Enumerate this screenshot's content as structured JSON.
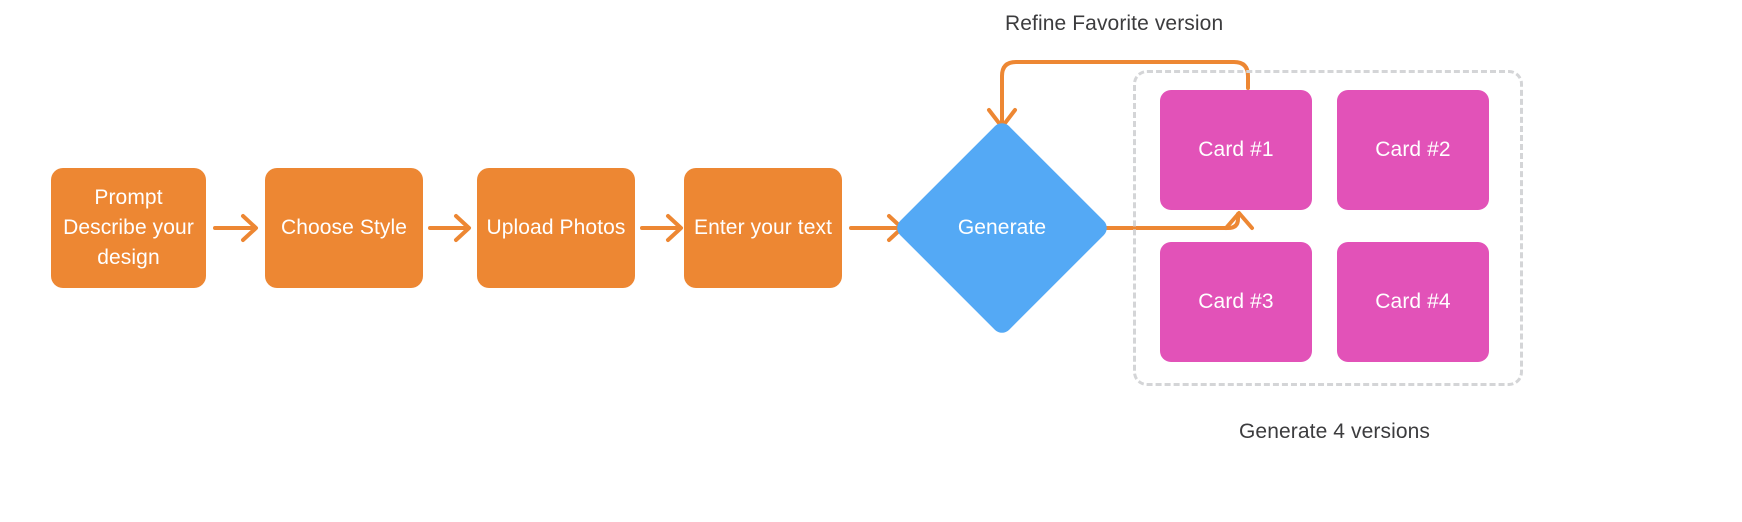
{
  "diagram": {
    "title_caption_top": "Refine Favorite version",
    "title_caption_bottom": "Generate 4 versions",
    "colors": {
      "step_fill": "#ED8733",
      "decision_fill": "#54A9F5",
      "card_fill": "#E252B8",
      "group_border": "#D4D5D7",
      "connector": "#ED8733",
      "caption_text": "#3C3C3E",
      "node_text": "#FFFFFF",
      "background": "#FFFFFF"
    },
    "steps": [
      {
        "id": "prompt",
        "label": "Prompt\nDescribe your\ndesign",
        "line1": "Prompt",
        "line2": "Describe your",
        "line3": "design"
      },
      {
        "id": "choose-style",
        "label": "Choose Style"
      },
      {
        "id": "upload-photos",
        "label": "Upload Photos"
      },
      {
        "id": "enter-text",
        "label": "Enter your text"
      }
    ],
    "decision": {
      "id": "generate",
      "label": "Generate"
    },
    "cards": [
      {
        "id": "card-1",
        "label": "Card #1"
      },
      {
        "id": "card-2",
        "label": "Card #2"
      },
      {
        "id": "card-3",
        "label": "Card #3"
      },
      {
        "id": "card-4",
        "label": "Card #4"
      }
    ],
    "connectors": [
      {
        "from": "prompt",
        "to": "choose-style",
        "style": "arrow-right"
      },
      {
        "from": "choose-style",
        "to": "upload-photos",
        "style": "arrow-right"
      },
      {
        "from": "upload-photos",
        "to": "enter-text",
        "style": "arrow-right"
      },
      {
        "from": "enter-text",
        "to": "generate",
        "style": "arrow-right"
      },
      {
        "from": "generate",
        "to": "card-1",
        "style": "elbow-arrow-up"
      },
      {
        "from": "card-1",
        "to": "generate",
        "style": "elbow-arrow-down",
        "label": "Refine Favorite version"
      }
    ]
  }
}
